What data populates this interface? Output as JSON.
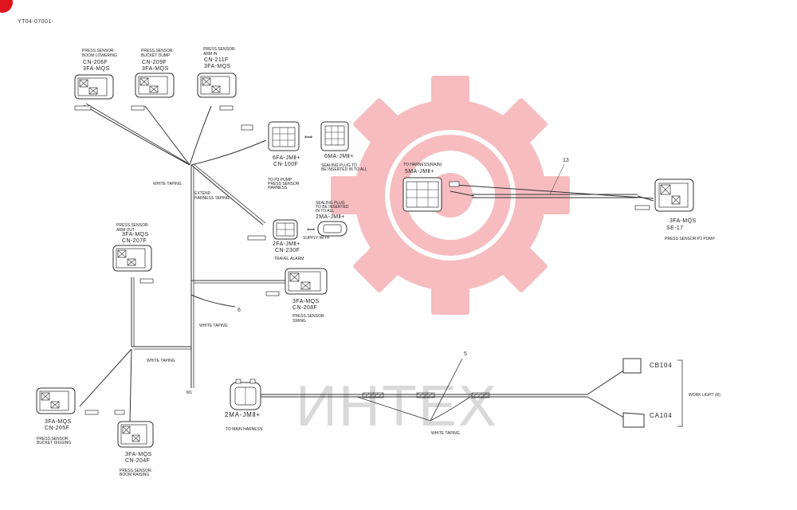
{
  "document_code": "YT04-07001-",
  "watermark": {
    "text": "ИНТЕХ",
    "color": "#e0141e"
  },
  "connectors": {
    "cn206f_top": {
      "desc1": "PRESS.SENSOR:",
      "desc2": "BOOM LOWERING",
      "code": "CN-206F",
      "type": "3FA-MQS"
    },
    "cn209f": {
      "desc1": "PRESS.SENSOR:",
      "desc2": "BUCKET DUMP",
      "code": "CN-209F",
      "type": "3FA-MQS"
    },
    "cn211f": {
      "desc1": "PRESS.SENSOR:",
      "desc2": "ARM IN",
      "code": "CN-211F",
      "type": "3FA-MQS"
    },
    "cn100f": {
      "type": "6FA-JMⅡ+",
      "code": "CN-100F",
      "desc1": "TO P3 PUMP",
      "desc2": "PRESS SENSOR",
      "desc3": "HARNESS"
    },
    "plug6": {
      "type": "6MA-JMⅡ+",
      "note1": "SEALING PLUG TO",
      "note2": "BE INSERTED IN TO ALL"
    },
    "cn207f": {
      "desc1": "PRESS.SENSOR:",
      "desc2": "ARM OUT",
      "type": "3FA-MQS",
      "code": "CN-207F"
    },
    "cn230f": {
      "type": "2FA-JMⅡ+",
      "code": "CN-230F",
      "desc": "TRAVEL ALARM"
    },
    "plug2": {
      "note1": "SEALING PLUG",
      "note2": "TO BE INSERTED",
      "note3": "IN TO ALL",
      "type": "2MA-JMⅡ+",
      "supply": "SUPPLY WITH"
    },
    "cn208f": {
      "type": "3FA-MQS",
      "code": "CN-208F",
      "desc1": "PRESS.SENSOR:",
      "desc2": "SWING"
    },
    "cn205f": {
      "type": "3FA-MQS",
      "code": "CN-205F",
      "desc1": "PRESS.SENSOR:",
      "desc2": "BUCKET DIGGING"
    },
    "cn204f": {
      "type": "3FA-MQS",
      "code": "CN-204F",
      "desc1": "PRESS.SENSOR:",
      "desc2": "BOOM RAISING"
    },
    "main_harness": {
      "label": "TO HARNESS(MAIN)",
      "type": "5MA-JMⅡ+"
    },
    "se17": {
      "type": "3FA-MQS",
      "code": "SE-17",
      "desc": "PRESS SENSOR:P3 PUMP"
    },
    "mj2": {
      "type": "2MA-JMⅡ+",
      "desc": "TO MAIN HARNESS"
    },
    "cb104": {
      "code": "CB104"
    },
    "ca104": {
      "code": "CA104"
    },
    "work_light": {
      "label": "WORK LIGHT (R)"
    }
  },
  "tapings": {
    "t1": "WHITE TAPING",
    "t2": "WHITE TAPING",
    "t3": "WHITE TAPING",
    "t4": "WHITE TAPING",
    "extend1": "EXTEND",
    "extend2": "HARNESS TAPING"
  },
  "callouts": {
    "c13": "13",
    "c6": "6",
    "c5": "5",
    "m1": "M1"
  }
}
